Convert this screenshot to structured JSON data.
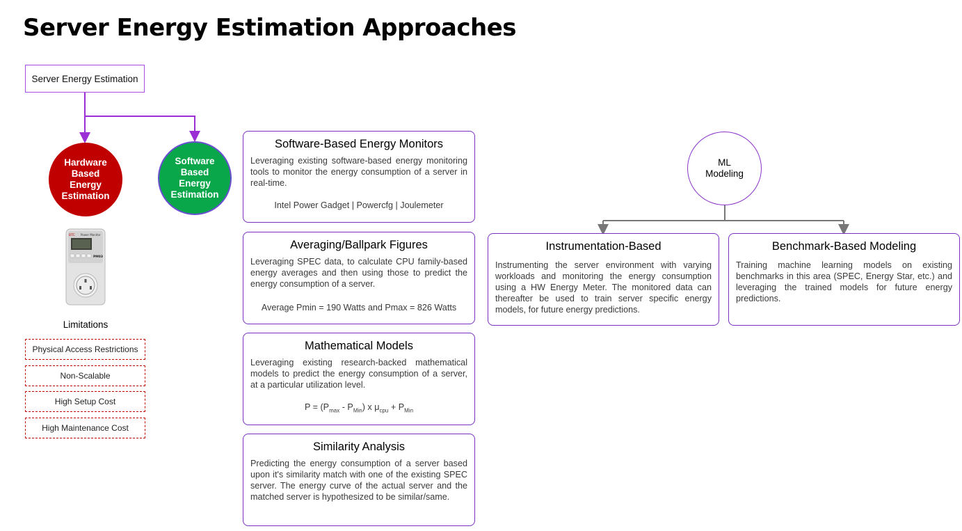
{
  "title": "Server Energy Estimation Approaches",
  "root": "Server Energy Estimation",
  "hardware": [
    "Hardware",
    "Based",
    "Energy",
    "Estimation"
  ],
  "software": [
    "Software",
    "Based",
    "Energy",
    "Estimation"
  ],
  "limitations": {
    "title": "Limitations",
    "items": [
      "Physical Access Restrictions",
      "Non-Scalable",
      "High Setup Cost",
      "High Maintenance Cost"
    ]
  },
  "device": {
    "brand": "BTC",
    "label": "Power Monitor",
    "model": "PM03"
  },
  "cards": {
    "monitors": {
      "title": "Software-Based Energy Monitors",
      "body": "Leveraging existing software-based energy monitoring tools to monitor the energy consumption of a server in real-time.",
      "foot": "Intel Power Gadget | Powercfg | Joulemeter"
    },
    "averaging": {
      "title": "Averaging/Ballpark Figures",
      "body": "Leveraging SPEC data, to calculate CPU family-based energy averages and then using those to predict the energy consumption of a server.",
      "foot": "Average Pmin = 190 Watts and Pmax = 826 Watts"
    },
    "math": {
      "title": "Mathematical Models",
      "body": "Leveraging existing research-backed mathematical models to predict the energy consumption of a server, at a particular utilization level.",
      "formula": {
        "p": "P = (P",
        "max": "max",
        "minus": " - P",
        "min1": "Min",
        "times": ") x μ",
        "cpu": "cpu",
        "plus": " + P",
        "min2": "Min"
      }
    },
    "similarity": {
      "title": "Similarity Analysis",
      "body": "Predicting the energy consumption of a server based upon it's similarity match with one of the existing SPEC server. The energy curve of the actual server and the matched server is hypothesized to be similar/same."
    }
  },
  "ml": {
    "label": [
      "ML",
      "Modeling"
    ],
    "instrumentation": {
      "title": "Instrumentation-Based",
      "body": "Instrumenting the server environment with varying workloads and monitoring the energy consumption using a HW Energy Meter. The monitored data can thereafter be used to train server specific energy models, for future energy predictions."
    },
    "benchmark": {
      "title": "Benchmark-Based Modeling",
      "body": "Training machine learning models on existing benchmarks in this area (SPEC, Energy Star, etc.) and leveraging the trained models for future energy predictions."
    }
  },
  "colors": {
    "accent_purple": "#7a30c0",
    "hardware_red": "#c00000",
    "software_green": "#0aa64a",
    "connector_gray": "#777777"
  }
}
